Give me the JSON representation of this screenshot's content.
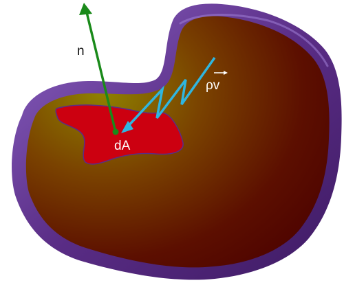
{
  "labels": {
    "normal": "n",
    "flux": "ρv",
    "area": "dA"
  },
  "colors": {
    "background": "#ffffff",
    "membrane": "#5a2d86",
    "membrane_highlight": "#8a5cc0",
    "interior_light": "#8a7a00",
    "interior_dark": "#560000",
    "area_patch": "#cc0010",
    "normal_vector": "#1a8a1a",
    "flux_vector": "#2fb6e0",
    "text_dark": "#111111",
    "text_light": "#ffffff"
  },
  "icons": {
    "normal_arrow": "arrow-up-icon",
    "flux_arrow": "zigzag-arrow-icon",
    "vector_accent": "vector-arrow-icon"
  }
}
